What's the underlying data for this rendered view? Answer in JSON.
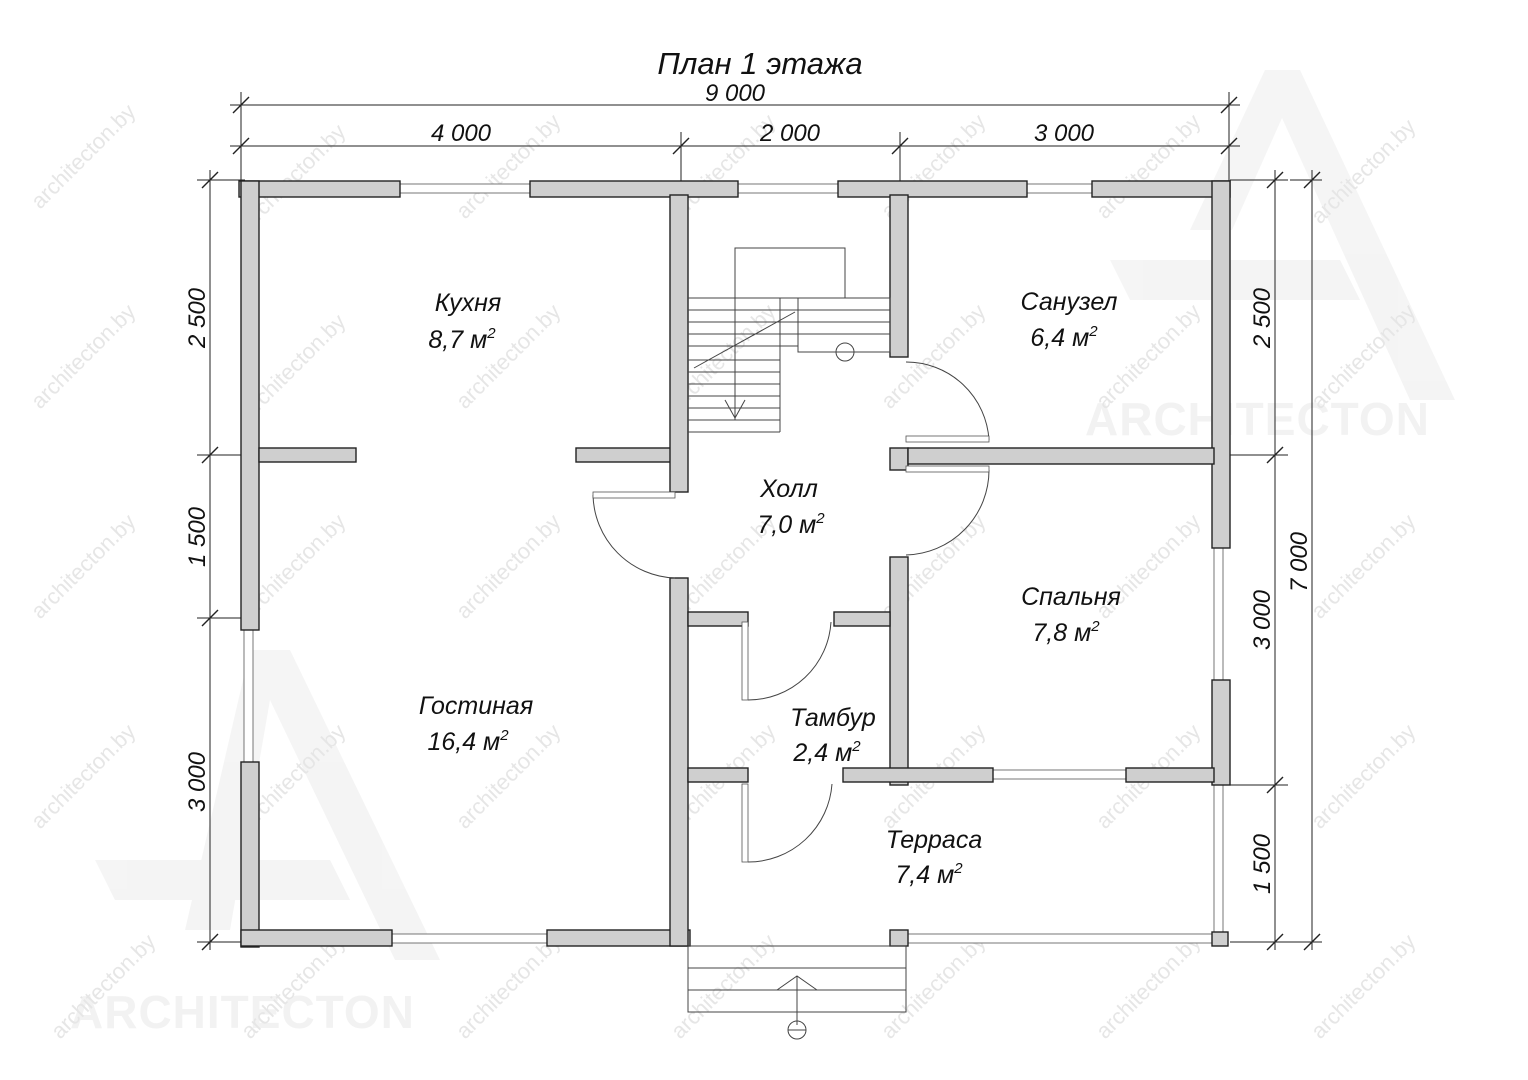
{
  "title": "План 1 этажа",
  "dimensions": {
    "top_total": "9 000",
    "top_segments": [
      "4 000",
      "2 000",
      "3 000"
    ],
    "left_segments": [
      "2 500",
      "1 500",
      "3 000"
    ],
    "right_inner": [
      "2 500",
      "3 000",
      "1 500"
    ],
    "right_total": "7 000"
  },
  "rooms": [
    {
      "name": "Кухня",
      "area": "8,7 м",
      "sup": "2"
    },
    {
      "name": "Санузел",
      "area": "6,4 м",
      "sup": "2"
    },
    {
      "name": "Холл",
      "area": "7,0 м",
      "sup": "2"
    },
    {
      "name": "Спальня",
      "area": "7,8 м",
      "sup": "2"
    },
    {
      "name": "Гостиная",
      "area": "16,4 м",
      "sup": "2"
    },
    {
      "name": "Тамбур",
      "area": "2,4 м",
      "sup": "2"
    },
    {
      "name": "Терраса",
      "area": "7,4 м",
      "sup": "2"
    }
  ],
  "watermark": {
    "site": "architecton.by",
    "logo": "ARCHITECTON"
  },
  "colors": {
    "wall_fill": "#cfcfcf",
    "line": "#222222",
    "watermark": "#e6e6e6"
  }
}
